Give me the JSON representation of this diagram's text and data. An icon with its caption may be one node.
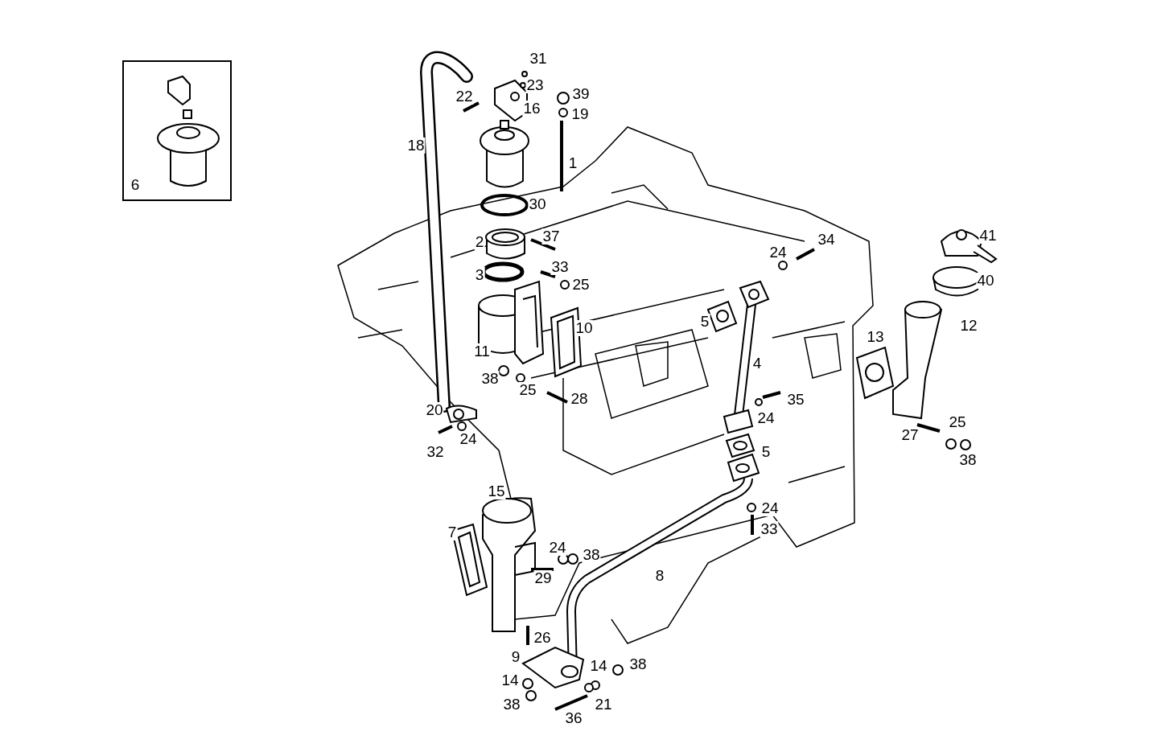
{
  "diagram": {
    "nodes": [
      {
        "text": [
          "6"
        ]
      }
    ],
    "labels": [
      "31",
      "23",
      "22",
      "39",
      "16",
      "19",
      "18",
      "1",
      "30",
      "37",
      "2",
      "34",
      "41",
      "24",
      "3",
      "33",
      "25",
      "40",
      "5",
      "12",
      "10",
      "13",
      "11",
      "4",
      "38",
      "25",
      "28",
      "35",
      "20",
      "24",
      "25",
      "27",
      "24",
      "32",
      "5",
      "38",
      "15",
      "24",
      "33",
      "7",
      "24",
      "38",
      "8",
      "29",
      "26",
      "9",
      "14",
      "38",
      "14",
      "21",
      "38",
      "36"
    ]
  }
}
